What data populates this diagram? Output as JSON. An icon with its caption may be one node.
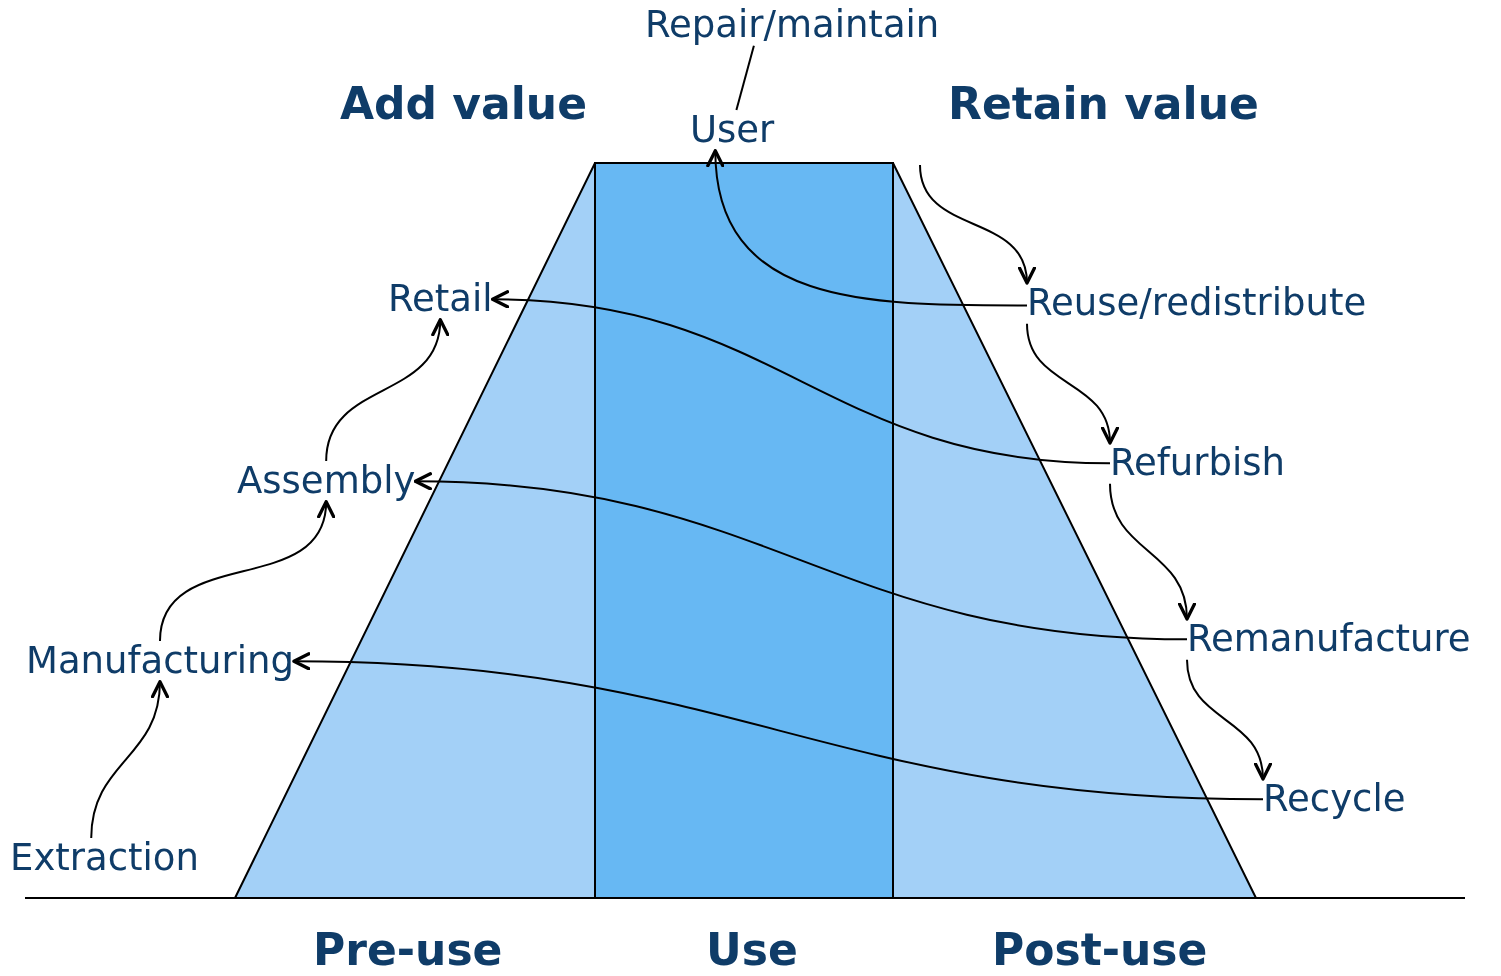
{
  "diagram": {
    "nodes": [
      {
        "text": [
          "Repair/maintain"
        ]
      },
      {
        "text": [
          "User"
        ]
      },
      {
        "text": [
          "Retail"
        ]
      },
      {
        "text": [
          "Assembly"
        ]
      },
      {
        "text": [
          "Manufacturing"
        ]
      },
      {
        "text": [
          "Extraction"
        ]
      },
      {
        "text": [
          "Reuse/redistribute"
        ]
      },
      {
        "text": [
          "Refurbish"
        ]
      },
      {
        "text": [
          "Remanufacture"
        ]
      },
      {
        "text": [
          "Recycle"
        ]
      }
    ],
    "edges": [
      {
        "from": 0,
        "to": 1,
        "arrow": "none"
      },
      {
        "from": 5,
        "to": 4,
        "arrow": "to"
      },
      {
        "from": 4,
        "to": 3,
        "arrow": "to"
      },
      {
        "from": 3,
        "to": 2,
        "arrow": "to"
      },
      {
        "from": null,
        "to": 6,
        "arrow": "to"
      },
      {
        "from": 6,
        "to": 7,
        "arrow": "to"
      },
      {
        "from": 7,
        "to": 8,
        "arrow": "to"
      },
      {
        "from": 8,
        "to": 9,
        "arrow": "to"
      },
      {
        "from": 6,
        "to": 1,
        "arrow": "to"
      },
      {
        "from": 7,
        "to": 2,
        "arrow": "to"
      },
      {
        "from": 8,
        "to": 3,
        "arrow": "to"
      },
      {
        "from": 9,
        "to": 4,
        "arrow": "to"
      }
    ],
    "labels": [
      "Add value",
      "Retain value",
      "Pre-use",
      "Use",
      "Post-use"
    ]
  }
}
